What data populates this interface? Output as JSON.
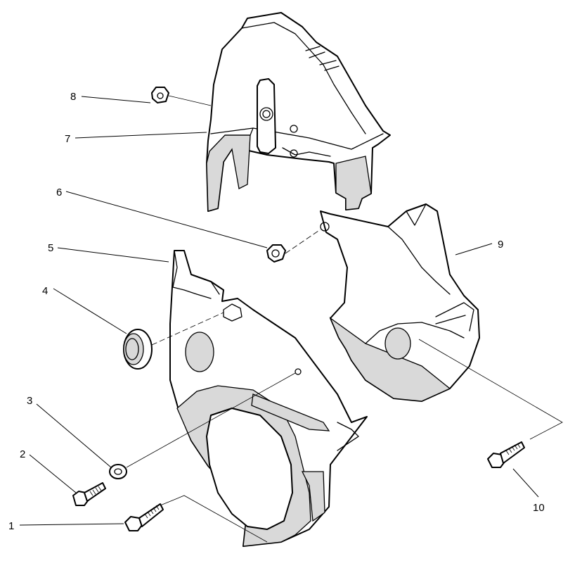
{
  "callouts": {
    "c1": "1",
    "c2": "2",
    "c3": "3",
    "c4": "4",
    "c5": "5",
    "c6": "6",
    "c7": "7",
    "c8": "8",
    "c9": "9",
    "c10": "10"
  },
  "colors": {
    "line": "#000000",
    "shade": "#d9d9d9",
    "background": "#ffffff"
  }
}
